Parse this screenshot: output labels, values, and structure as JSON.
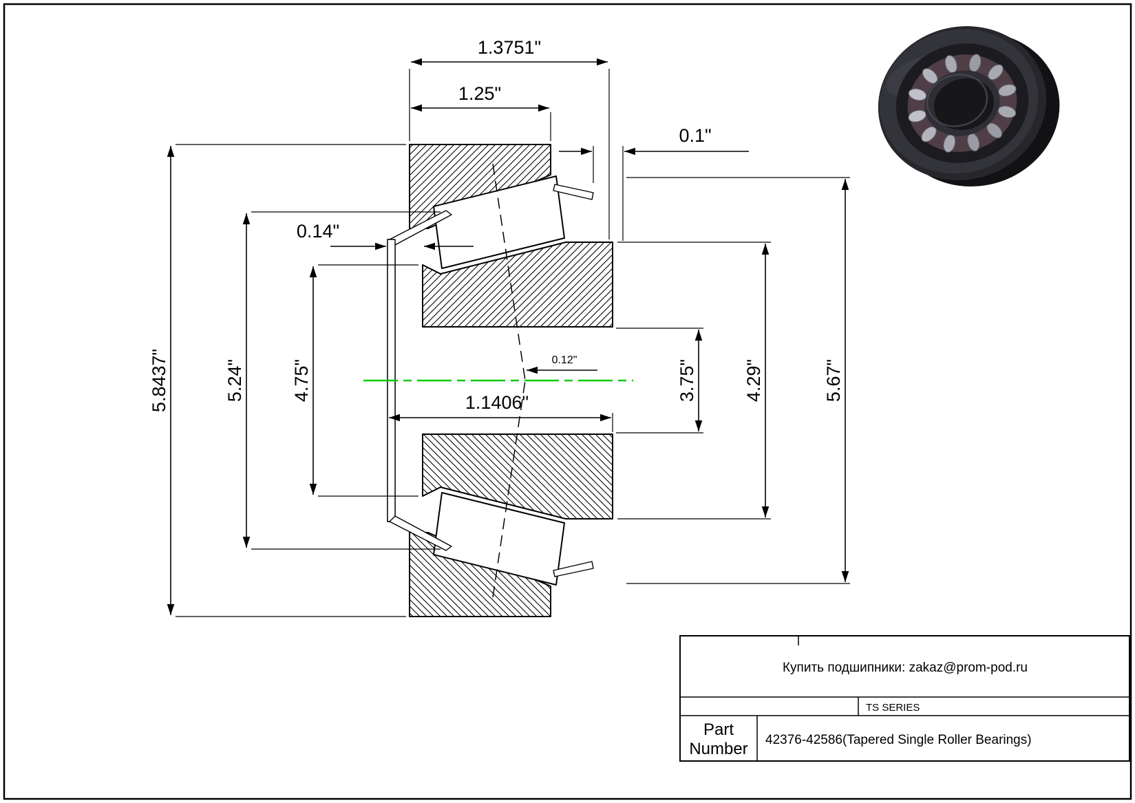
{
  "page": {
    "background_color": "#ffffff",
    "border_color": "#000000"
  },
  "drawing": {
    "type": "bearing-cross-section",
    "centerline_color": "#00cc00",
    "dimensions": {
      "overall_width": "1.3751\"",
      "cup_width": "1.25\"",
      "stand_out": "0.1\"",
      "flange_offset": "0.14\"",
      "flange_diameter": "5.8437\"",
      "diameter_524": "5.24\"",
      "diameter_475": "4.75\"",
      "cone_width": "1.1406\"",
      "apex_offset": "0.12\"",
      "diameter_375": "3.75\"",
      "diameter_429": "4.29\"",
      "cup_outer_diameter": "5.67\""
    }
  },
  "title_block": {
    "contact_line": "Купить подшипники: zakaz@prom-pod.ru",
    "series": "TS SERIES",
    "part_label_line1": "Part",
    "part_label_line2": "Number",
    "part_number": "42376-42586(Tapered Single Roller Bearings)"
  }
}
